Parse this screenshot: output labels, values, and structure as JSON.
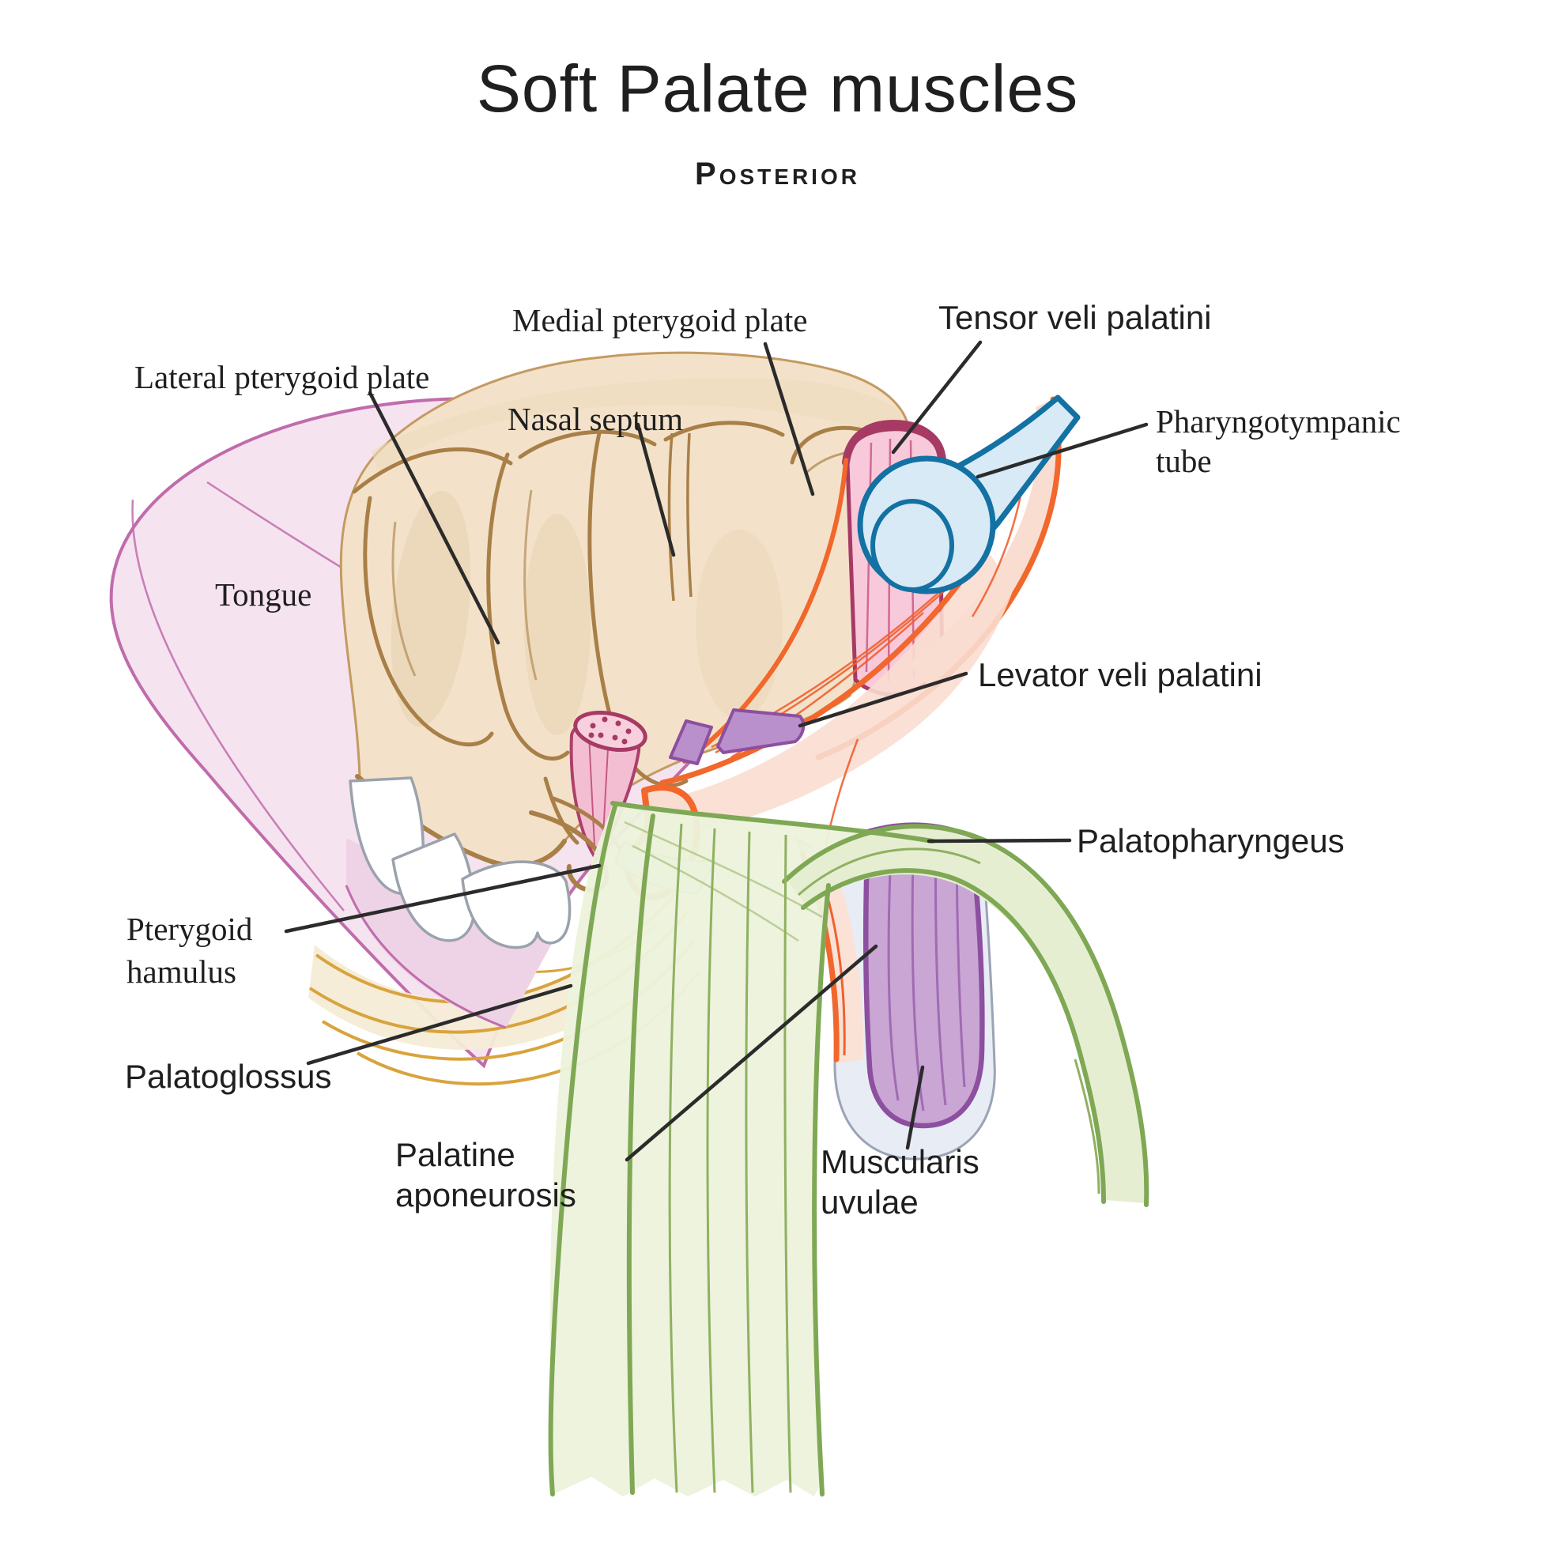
{
  "title": "Soft Palate muscles",
  "subtitle": "Posterior",
  "labels": {
    "lateral_pterygoid_plate": "Lateral pterygoid plate",
    "medial_pterygoid_plate": "Medial pterygoid plate",
    "tensor_veli_palatini": "Tensor veli palatini",
    "nasal_septum": "Nasal septum",
    "pharyngotympanic_tube": "Pharyngotympanic\ntube",
    "tongue": "Tongue",
    "levator_veli_palatini": "Levator veli palatini",
    "palatopharyngeus": "Palatopharyngeus",
    "pterygoid_hamulus": "Pterygoid\nhamulus",
    "palatoglossus": "Palatoglossus",
    "palatine_aponeurosis": "Palatine\naponeurosis",
    "muscularis_uvulae": "Muscularis\nuvulae"
  },
  "colors": {
    "label_text": "#1f1f1f",
    "leader_line": "#2b2b2b",
    "tongue_fill": "#f6e3f0",
    "tongue_outline": "#c06cab",
    "bone_fill": "#f3e2c9",
    "bone_shade": "#ead6b6",
    "bone_outline": "#a97f48",
    "tooth_fill": "#ffffff",
    "tooth_outline": "#9aa2ab",
    "tensor_fill": "#f8c9da",
    "tensor_outline": "#a63a64",
    "tensor_fiber": "#d06a92",
    "tube_fill": "#d8eaf5",
    "tube_outline": "#1371a3",
    "levator_fill": "#f9ddd0",
    "levator_outline": "#f2672c",
    "levator_fiber": "#f06030",
    "palatopharyngeus_fill": "#ecf2dc",
    "palatopharyngeus_outline": "#7fa854",
    "palatopharyngeus_fiber": "#8fb161",
    "uvula_fill": "#c9a6d3",
    "uvula_outline": "#8d4f9f",
    "uvula_fiber": "#9f6cb3",
    "blade_fill": "#b990cb",
    "aponeurosis_fill": "#e8ecf5",
    "aponeurosis_outline": "#9ba3b5",
    "palatoglossus_strand": "#d9a33c",
    "palatoglossus_fill": "#f6ecd7",
    "teeth_gum_fill": "#eed3e6"
  }
}
